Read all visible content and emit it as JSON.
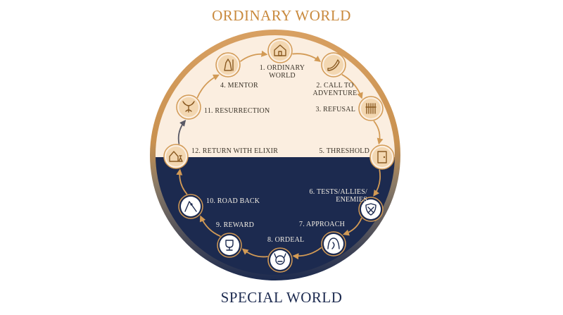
{
  "titles": {
    "top": "ORDINARY WORLD",
    "bottom": "SPECIAL WORLD"
  },
  "colors": {
    "gold": "#c98a3e",
    "navy": "#1c2a4f",
    "cream": "#fbeee0",
    "arrow_light": "#d29a55",
    "arrow_dark": "#d29a55"
  },
  "stages": [
    {
      "id": "ordinary-world",
      "label_lines": [
        "1. ORDINARY",
        "WORLD"
      ],
      "icon": "house-icon"
    },
    {
      "id": "call-to-adventure",
      "label_lines": [
        "2. CALL TO",
        "ADVENTURE"
      ],
      "icon": "horn-icon"
    },
    {
      "id": "refusal",
      "label_lines": [
        "3. REFUSAL"
      ],
      "icon": "gate-icon"
    },
    {
      "id": "threshold",
      "label_lines": [
        "5. THRESHOLD"
      ],
      "icon": "door-icon"
    },
    {
      "id": "tests-allies-enemies",
      "label_lines": [
        "6. TESTS/ALLIES/",
        "ENEMIES"
      ],
      "icon": "shield-swords-icon"
    },
    {
      "id": "approach",
      "label_lines": [
        "7. APPROACH"
      ],
      "icon": "cave-path-icon"
    },
    {
      "id": "ordeal",
      "label_lines": [
        "8. ORDEAL"
      ],
      "icon": "monster-icon"
    },
    {
      "id": "reward",
      "label_lines": [
        "9. REWARD"
      ],
      "icon": "trophy-icon"
    },
    {
      "id": "road-back",
      "label_lines": [
        "10. ROAD BACK"
      ],
      "icon": "climber-icon"
    },
    {
      "id": "return-with-elixir",
      "label_lines": [
        "12. RETURN WITH ELIXIR"
      ],
      "icon": "house-elixir-icon"
    },
    {
      "id": "resurrection",
      "label_lines": [
        "11. RESURRECTION"
      ],
      "icon": "phoenix-icon"
    },
    {
      "id": "mentor",
      "label_lines": [
        "4. MENTOR"
      ],
      "icon": "wizard-icon"
    }
  ]
}
